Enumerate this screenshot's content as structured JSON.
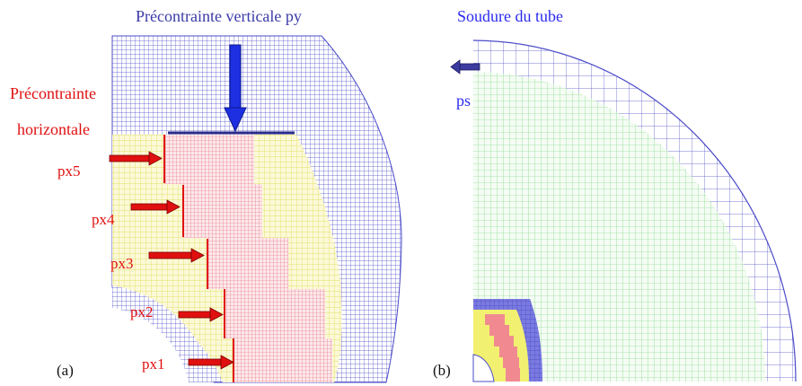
{
  "panel_a": {
    "title": "Précontrainte verticale py",
    "horizontal_label_line1": "Précontrainte",
    "horizontal_label_line2": "horizontale",
    "tag": "(a)",
    "loads": [
      "px5",
      "px4",
      "px3",
      "px2",
      "px1"
    ]
  },
  "panel_b": {
    "title": "Soudure du tube",
    "load": "ps",
    "tag": "(b)"
  },
  "colors": {
    "outer_mesh": "#4b4bc8",
    "middle_mesh": "#e6e65a",
    "inner_mesh": "#e06070",
    "tube_mesh": "#4ac04a",
    "arrow_blue": "#1d2fe0",
    "arrow_red": "#e01010",
    "label_blue": "#3a3aa8",
    "label_red": "#e01010"
  }
}
